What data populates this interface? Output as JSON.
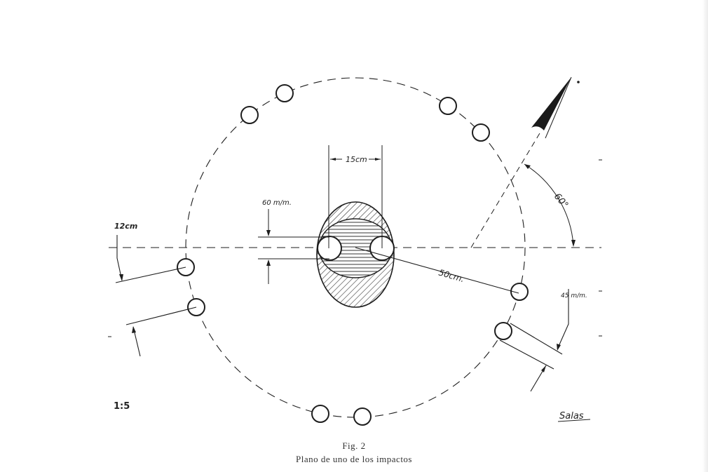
{
  "figure": {
    "number_label": "Fig. 2",
    "title": "Plano de uno de los impactos",
    "scale": "1:5",
    "signature": "Salas"
  },
  "dimensions": {
    "width_15cm": "15cm",
    "hole_60mm": "60 m/m.",
    "radius_50cm": "50cm.",
    "spacing_12cm": "12cm",
    "spacing_45mm": "45 m/m.",
    "angle_60": "60°"
  },
  "colors": {
    "ink": "#1e1e1e",
    "paper": "#ffffff"
  }
}
